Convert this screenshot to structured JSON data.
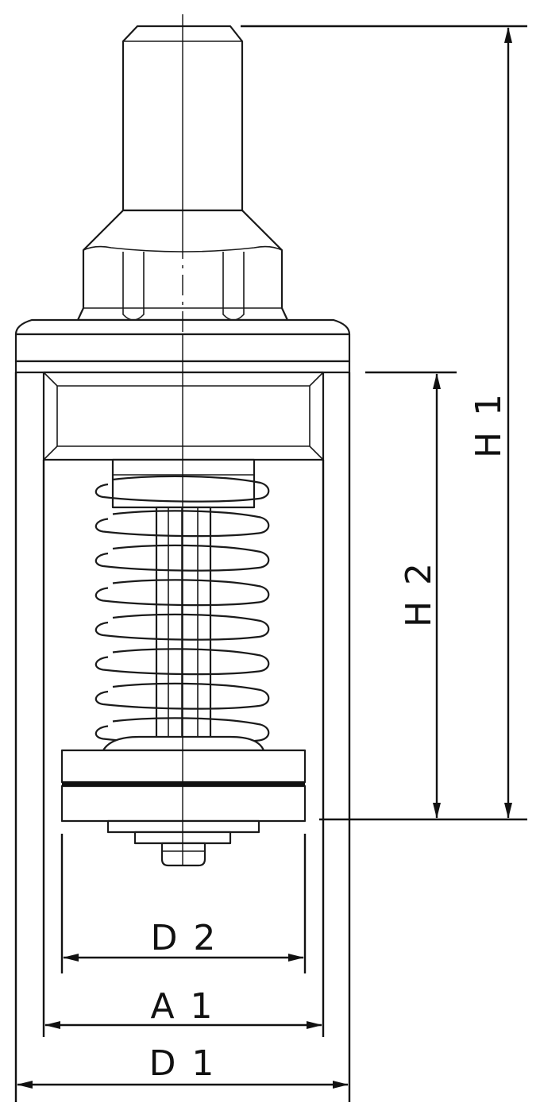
{
  "labels": {
    "h1": "H 1",
    "h2": "H 2",
    "d2": "D 2",
    "a1": "A 1",
    "d1": "D 1"
  },
  "colors": {
    "line": "#111111",
    "background": "#ffffff"
  }
}
